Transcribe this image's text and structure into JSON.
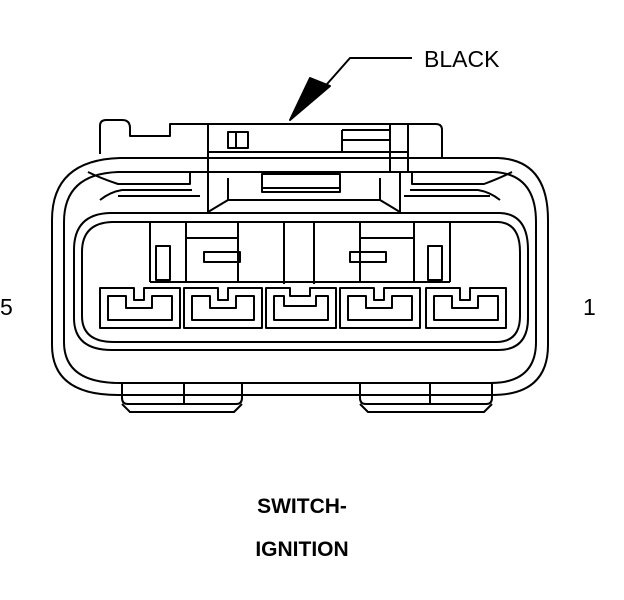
{
  "callout": {
    "color_label": "BLACK"
  },
  "pins": {
    "left": "5",
    "right": "1"
  },
  "caption": {
    "line1": "SWITCH-",
    "line2": "IGNITION"
  }
}
